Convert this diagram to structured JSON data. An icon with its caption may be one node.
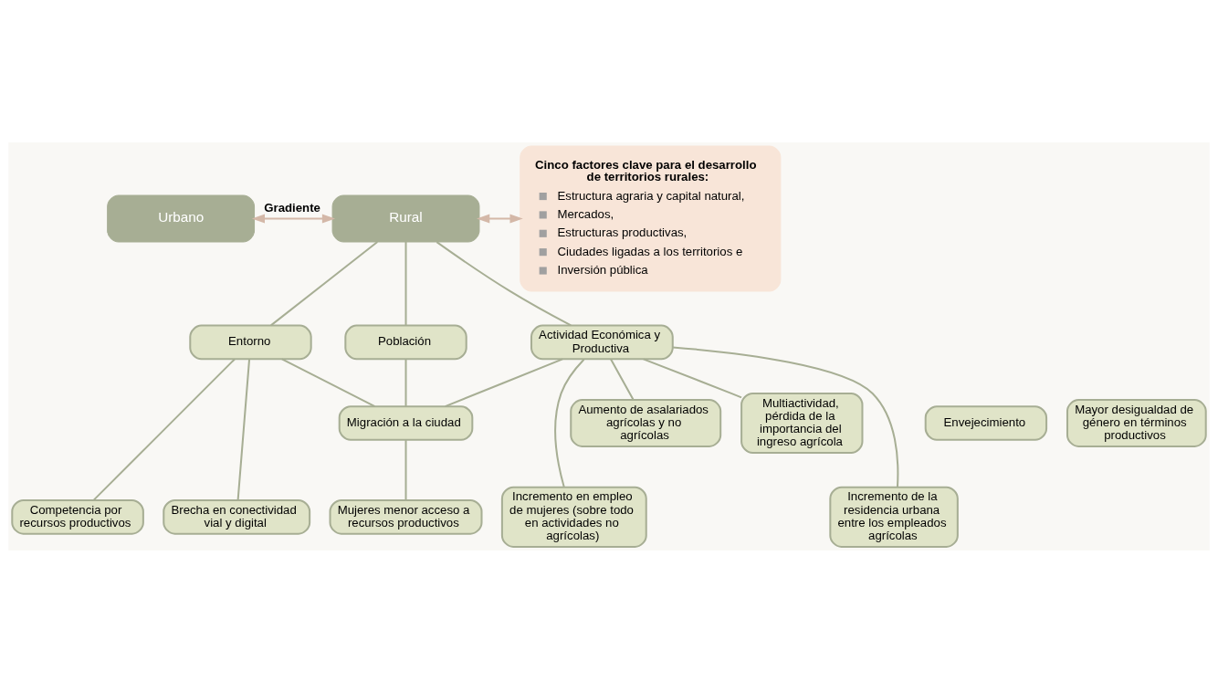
{
  "diagram": {
    "nodes": [
      {
        "text": [
          "Urbano"
        ]
      },
      {
        "text": [
          "Rural"
        ]
      },
      {
        "text": [
          "Cinco factores clave para el desarrollo de territorios rurales:",
          "Estructura agraria y capital natural,",
          "Mercados,",
          "Estructuras productivas,",
          "Ciudades ligadas a los territorios e",
          "Inversión pública"
        ]
      },
      {
        "text": [
          "Población"
        ]
      },
      {
        "text": [
          "Entorno"
        ]
      },
      {
        "text": [
          "Actividad Económica y Productiva"
        ]
      },
      {
        "text": [
          "Migración a la ciudad"
        ]
      },
      {
        "text": [
          "Envejecimiento"
        ]
      },
      {
        "text": [
          "Aumento de asalariados agrícolas y no agrícolas"
        ]
      },
      {
        "text": [
          "Multiactividad, pérdida de la importancia del ingreso agrícola"
        ]
      },
      {
        "text": [
          "Mujeres menor acceso a recursos productivos"
        ]
      },
      {
        "text": [
          "Mayor desigualdad de género en términos productivos"
        ]
      },
      {
        "text": [
          "Brecha en conectividad vial y digital"
        ]
      },
      {
        "text": [
          "Competencia por recursos productivos"
        ]
      },
      {
        "text": [
          "Incremento de la residencia urbana entre los empleados agrícolas"
        ]
      },
      {
        "text": [
          "Incremento en empleo de mujeres (sobre todo en actividades no agrícolas)"
        ]
      }
    ],
    "edges": [
      {
        "from": 0,
        "to": 1,
        "arrow": "both",
        "label": "Gradiente",
        "color": "#d4b8a8"
      },
      {
        "from": 1,
        "to": 2,
        "arrow": "both",
        "color": "#d4b8a8"
      },
      {
        "from": 1,
        "to": 3,
        "arrow": "none"
      },
      {
        "from": 1,
        "to": 4,
        "arrow": "none"
      },
      {
        "from": 1,
        "to": 5,
        "arrow": "none"
      },
      {
        "from": 3,
        "to": 6,
        "arrow": "none"
      },
      {
        "from": 6,
        "to": 10,
        "arrow": "none"
      },
      {
        "from": 6,
        "to": 4,
        "arrow": "none"
      },
      {
        "from": 6,
        "to": 5,
        "arrow": "none"
      },
      {
        "from": 4,
        "to": 12,
        "arrow": "none"
      },
      {
        "from": 4,
        "to": 13,
        "arrow": "none"
      },
      {
        "from": 5,
        "to": 8,
        "arrow": "none"
      },
      {
        "from": 5,
        "to": 9,
        "arrow": "none"
      },
      {
        "from": 5,
        "to": 14,
        "arrow": "none"
      },
      {
        "from": 5,
        "to": 15,
        "arrow": "none"
      }
    ]
  }
}
